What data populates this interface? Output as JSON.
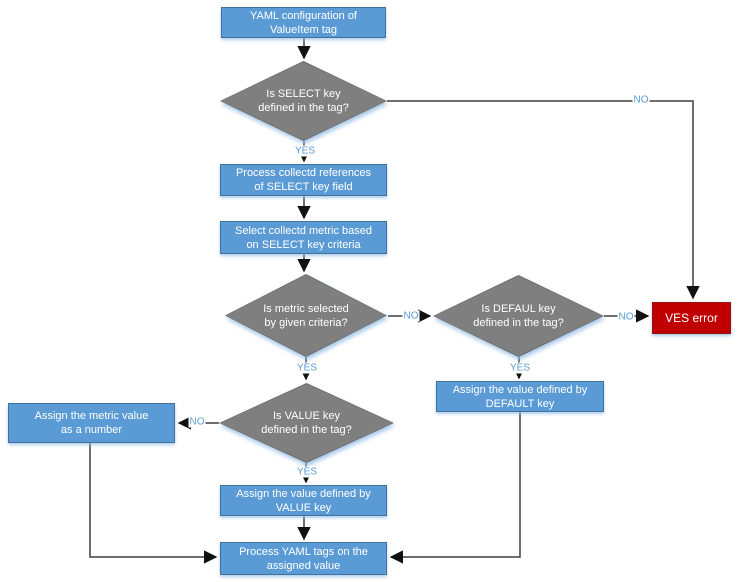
{
  "colors": {
    "process_fill": "#5b9bd5",
    "process_border": "#41719c",
    "decision_fill": "#7f7f7f",
    "decision_border": "#6a6a6a",
    "error_fill": "#c00000",
    "error_border": "#8f1010",
    "connector": "#3f3f3f",
    "arrowhead": "#111111",
    "edge_label": "#5b9bd5",
    "node_text": "#ffffff",
    "canvas_bg": "#ffffff"
  },
  "flowchart": {
    "nodes": {
      "start": {
        "line1": "YAML configuration of",
        "line2": "ValueItem tag"
      },
      "select_decision": {
        "line1": "Is SELECT key",
        "line2": "defined in the tag?"
      },
      "process_references": {
        "line1": "Process collectd references",
        "line2": "of SELECT key field"
      },
      "select_metric": {
        "line1": "Select collectd metric based",
        "line2": "on SELECT key criteria"
      },
      "metric_decision": {
        "line1": "Is metric selected",
        "line2": "by given criteria?"
      },
      "default_decision": {
        "line1": "Is DEFAUL key",
        "line2": "defined in the tag?"
      },
      "ves_error": {
        "line1": "VES error"
      },
      "assign_default": {
        "line1": "Assign the value defined by",
        "line2": "DEFAULT key"
      },
      "value_decision": {
        "line1": "Is VALUE key",
        "line2": "defined in the tag?"
      },
      "assign_number": {
        "line1": "Assign the metric value",
        "line2": "as a number"
      },
      "assign_value": {
        "line1": "Assign the value defined by",
        "line2": "VALUE key"
      },
      "process_tags": {
        "line1": "Process YAML tags on the",
        "line2": "assigned value"
      }
    },
    "edge_labels": {
      "yes": "YES",
      "no": "NO"
    }
  }
}
